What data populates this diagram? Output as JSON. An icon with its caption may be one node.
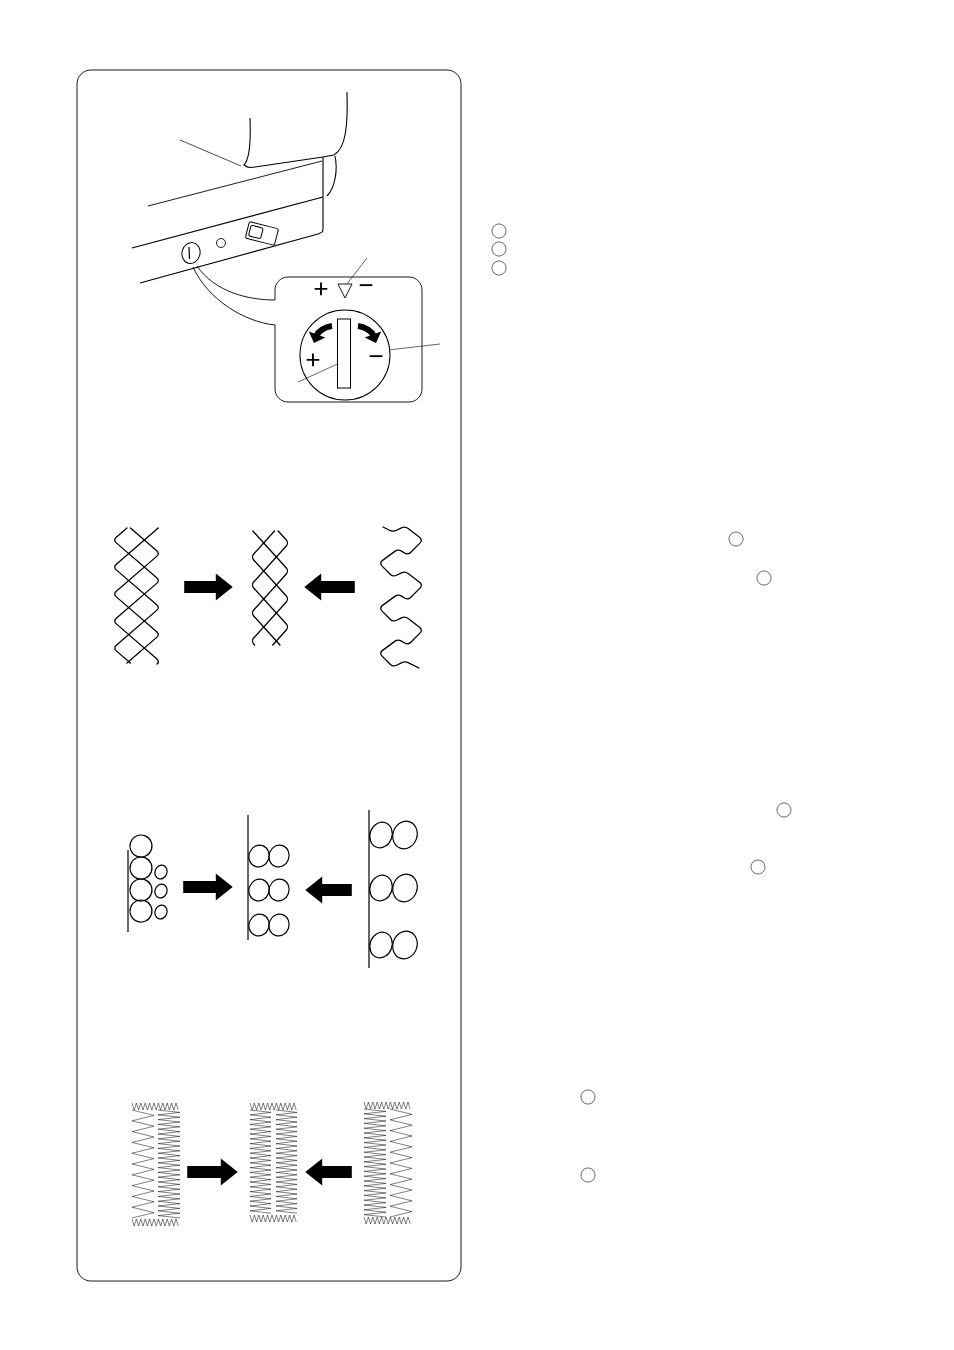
{
  "diagram": {
    "nodes": [
      {
        "text": [],
        "shape": "triangle"
      },
      {
        "text": [],
        "shape": "circle"
      },
      {
        "text": [],
        "shape": "picture"
      },
      {
        "text": [],
        "shape": "picture"
      },
      {
        "text": [],
        "shape": "picture"
      },
      {
        "text": [],
        "shape": "picture"
      },
      {
        "text": [],
        "shape": "picture"
      },
      {
        "text": [],
        "shape": "picture"
      },
      {
        "text": [],
        "shape": "picture"
      },
      {
        "text": [],
        "shape": "picture"
      },
      {
        "text": [],
        "shape": "picture"
      }
    ],
    "edges": [
      {
        "from": null,
        "to": 0,
        "arrow": "none"
      },
      {
        "from": null,
        "to": 1,
        "arrow": "none"
      },
      {
        "from": null,
        "to": 1,
        "arrow": "none"
      },
      {
        "from": 2,
        "to": 3,
        "arrow": "to"
      },
      {
        "from": 4,
        "to": 3,
        "arrow": "to"
      },
      {
        "from": 5,
        "to": 6,
        "arrow": "to"
      },
      {
        "from": 7,
        "to": 6,
        "arrow": "to"
      },
      {
        "from": 8,
        "to": 9,
        "arrow": "to"
      },
      {
        "from": 10,
        "to": 9,
        "arrow": "to"
      }
    ],
    "labels": [
      "+",
      "−",
      "+",
      "−"
    ]
  }
}
